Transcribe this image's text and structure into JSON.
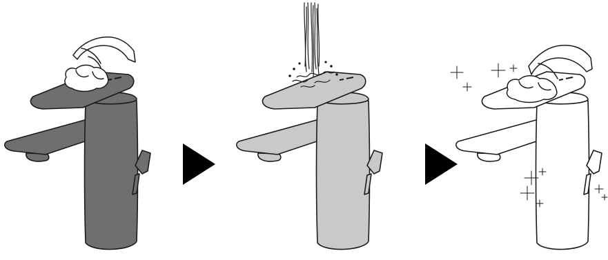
{
  "figure": {
    "steps": [
      {
        "id": "wipe-with-cloth",
        "icon": "hand-cloth-icon",
        "faucet_fill": "#6f6f6f"
      },
      {
        "id": "rinse-with-water",
        "icon": "water-stream-icon",
        "faucet_fill": "#c9c9c9"
      },
      {
        "id": "polish-dry",
        "icon": "hand-cloth-icon",
        "faucet_fill": "#ffffff"
      }
    ],
    "arrow_color": "#000000",
    "outline_color": "#1a1a1a"
  }
}
